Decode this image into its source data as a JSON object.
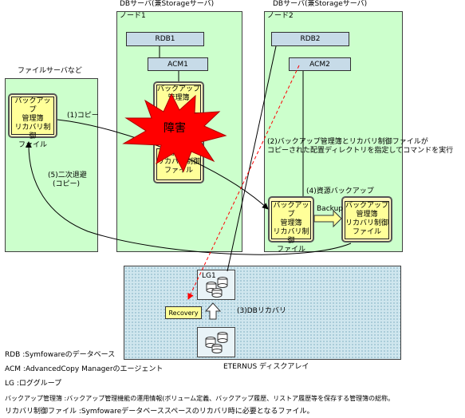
{
  "panels": {
    "file_server_title": "ファイルサーバなど",
    "db1_title": "DBサーバ(兼Storageサーバ)",
    "db2_title": "DBサーバ(兼Storageサーバ)",
    "node1_label": "ノード1",
    "node2_label": "ノード2",
    "storage_title": "ETERNUS ディスクアレイ"
  },
  "components": {
    "rdb1": "RDB1",
    "acm1": "ACM1",
    "rdb2": "RDB2",
    "acm2": "ACM2",
    "lg1": "LG1",
    "recovery": "Recovery",
    "backup_arrow": "Backup"
  },
  "documents": {
    "line1": "バックアップ",
    "line2": "管理簿",
    "line3": "リカバリ制御",
    "line4": "ファイル"
  },
  "failure_label": "障害",
  "steps": {
    "step1": "(1)コピー",
    "step2_line1": "(2)バックアップ管理簿とリカバリ制御ファイルが",
    "step2_line2": "コピーされた配置ディレクトリを指定してコマンドを実行",
    "step3": "(3)DBリカバリ",
    "step4": "(4)資源バックアップ",
    "step5_line1": "(5)二次退避",
    "step5_line2": "(コピー)"
  },
  "legend": [
    "RDB :Symfowareのデータベース",
    "ACM :AdvancedCopy Managerのエージェント",
    "LG :ロググループ",
    "バックアップ管理簿 :バックアップ管理機能の運用情報(ボリューム定義、バックアップ履歴、リストア履歴等を保存する管理簿の総称。",
    "リカバリ制御ファイル :Symfowareデータベーススペースのリカバリ時に必要となるファイル。"
  ],
  "colors": {
    "panel": "#ccffcc",
    "component": "#c7dbe8",
    "document": "#ffff99",
    "failure": "#ff0000",
    "recovery_line": "#ff0000"
  }
}
